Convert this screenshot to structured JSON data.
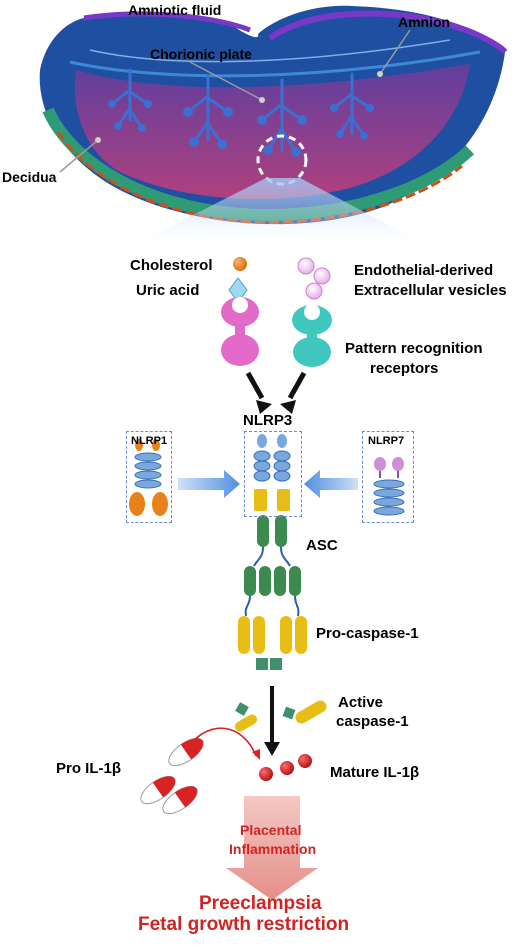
{
  "labels": {
    "amniotic_fluid": "Amniotic fluid",
    "amnion": "Amnion",
    "chorionic_plate": "Chorionic plate",
    "decidua": "Decidua",
    "cholesterol": "Cholesterol",
    "uric_acid": "Uric acid",
    "ev_line1": "Endothelial-derived",
    "ev_line2": "Extracellular vesicles",
    "prr_line1": "Pattern recognition",
    "prr_line2": "receptors",
    "nlrp3": "NLRP3",
    "nlrp1": "NLRP1",
    "nlrp7": "NLRP7",
    "asc": "ASC",
    "pro_caspase": "Pro-caspase-1",
    "active_line1": "Active",
    "active_line2": "caspase-1",
    "pro_il": "Pro IL-1β",
    "mature_il": "Mature IL-1β",
    "inflam_line1": "Placental",
    "inflam_line2": "Inflammation",
    "outcome_line1": "Preeclampsia",
    "outcome_line2": "Fetal growth restriction"
  },
  "colors": {
    "placenta_outer": "#1f4fa0",
    "amnion_purple": "#7a38c8",
    "villi_magenta": "#b0407e",
    "decidua_green": "#2f9a76",
    "receptor_pink": "#e46ac9",
    "receptor_teal": "#3fc7c0",
    "lrr_blue": "#78a8de",
    "pyd_yellow": "#e8bd16",
    "asc_green": "#3c8a4f",
    "il1b_red": "#d92222",
    "outcome_red": "#d32222"
  }
}
